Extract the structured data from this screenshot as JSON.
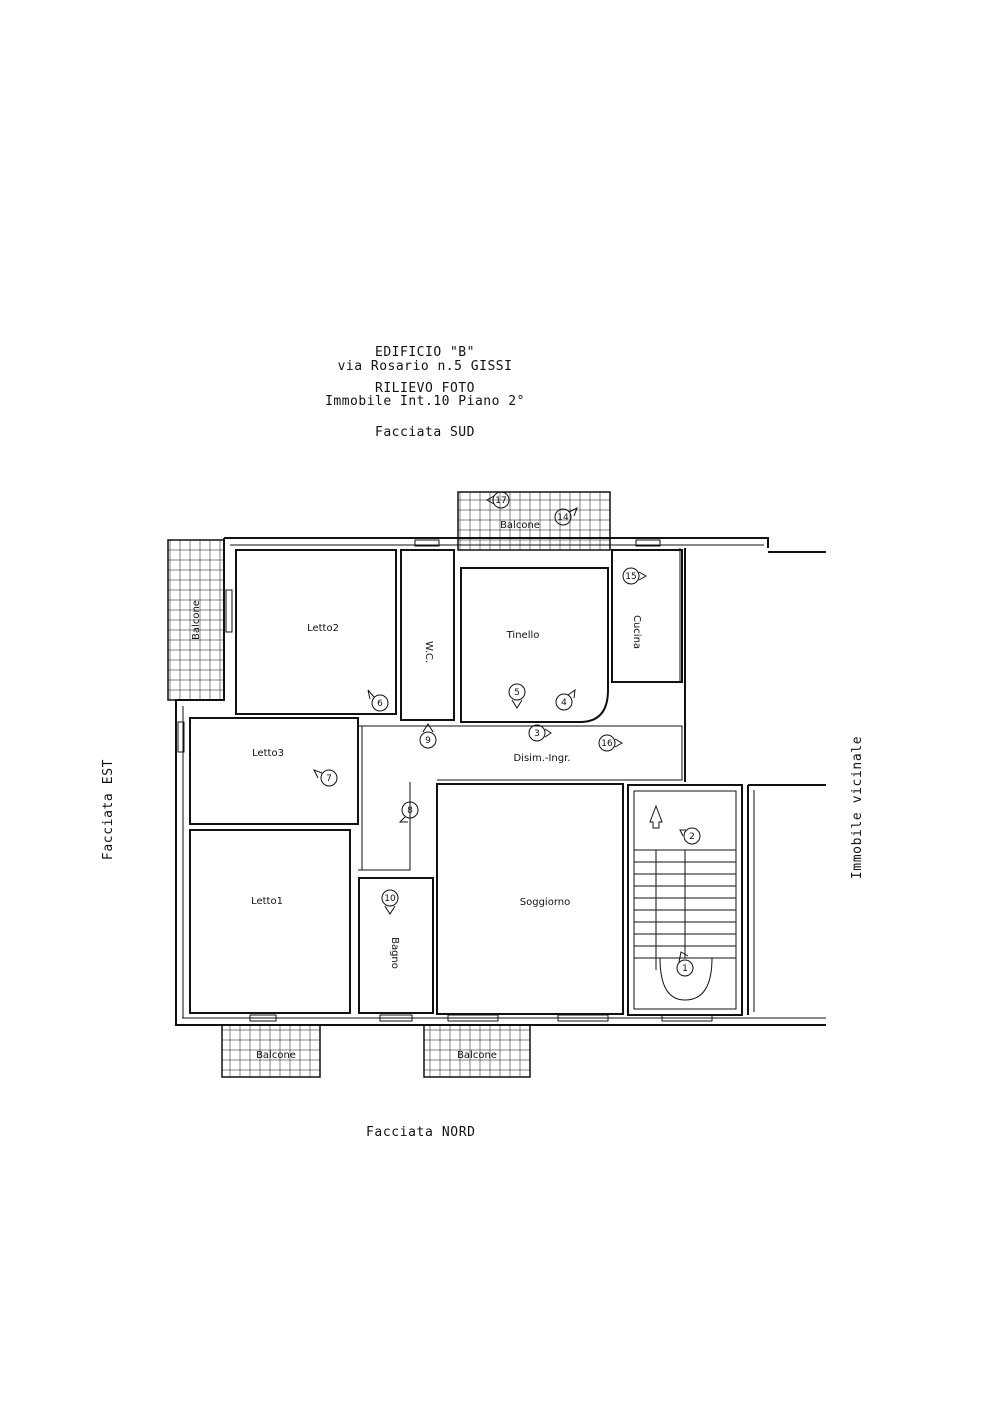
{
  "header": {
    "line1": "EDIFICIO \"B\"",
    "line2": "via Rosario n.5 GISSI",
    "line3": "RILIEVO FOTO",
    "line4": "Immobile Int.10 Piano 2°",
    "line5": "Facciata SUD"
  },
  "facades": {
    "north": "Facciata NORD",
    "east": "Facciata EST",
    "neighbor": "Immobile vicinale"
  },
  "rooms": {
    "letto2": "Letto2",
    "wc": "W.C.",
    "tinello": "Tinello",
    "cucina": "Cucina",
    "letto3": "Letto3",
    "disim": "Disim.-Ingr.",
    "letto1": "Letto1",
    "bagno": "Bagno",
    "soggiorno": "Soggiorno",
    "balcone_west": "Balcone",
    "balcone_top": "Balcone",
    "balcone_bl": "Balcone",
    "balcone_bm": "Balcone"
  },
  "markers": [
    "1",
    "2",
    "3",
    "4",
    "5",
    "6",
    "7",
    "8",
    "9",
    "10",
    "14",
    "15",
    "16",
    "17"
  ],
  "colors": {
    "ink": "#111111",
    "paper": "#ffffff"
  }
}
